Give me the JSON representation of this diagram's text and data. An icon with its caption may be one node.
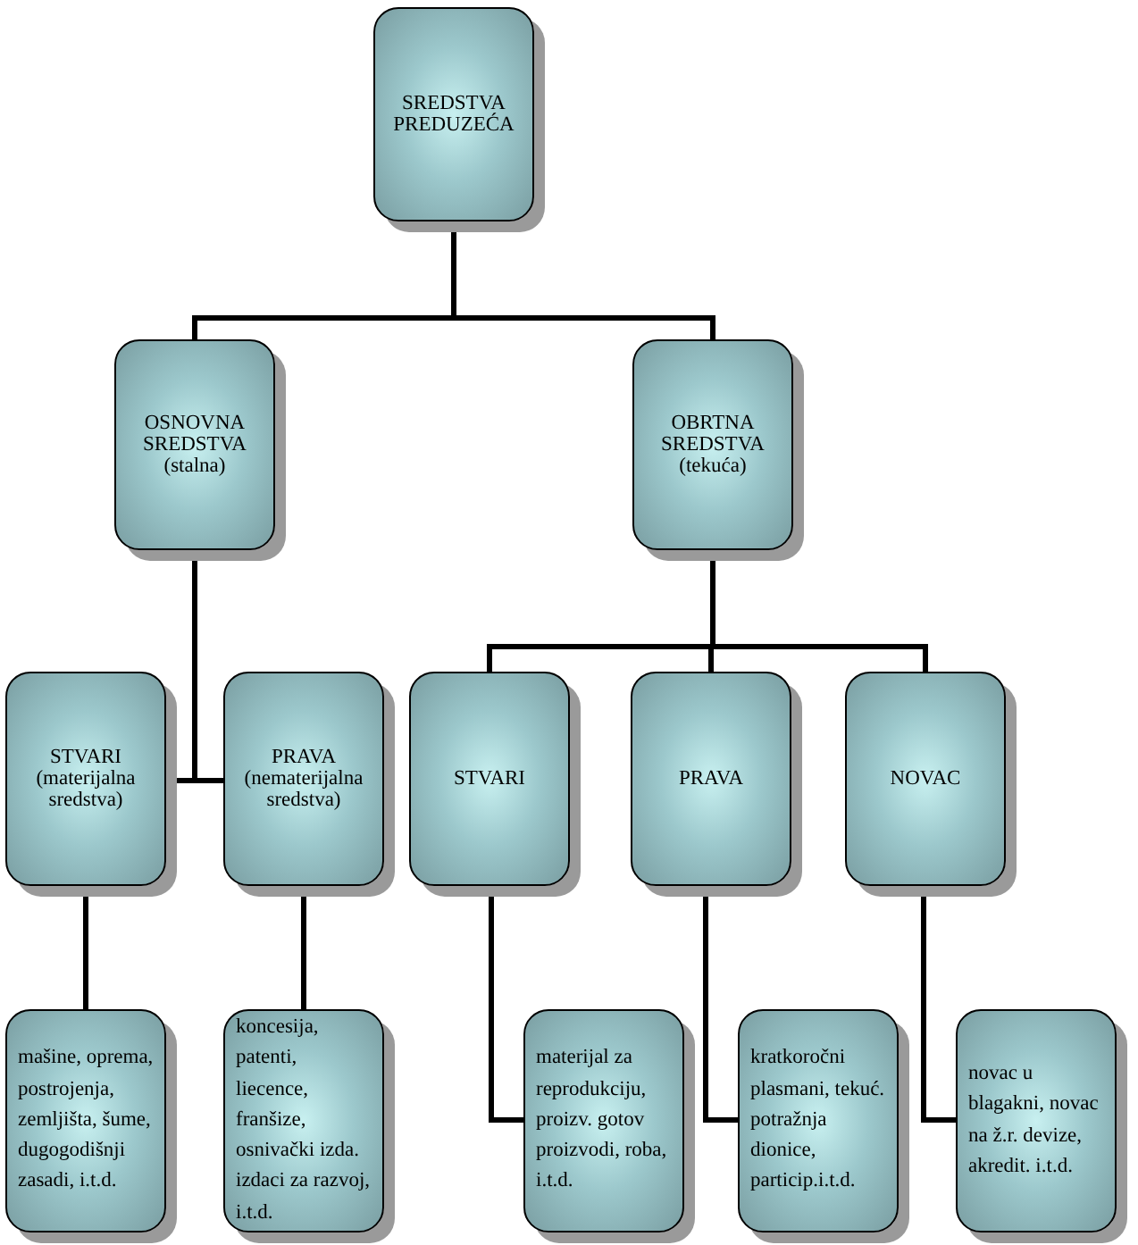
{
  "diagram": {
    "nodes": [
      {
        "text": [
          "SREDSTVA PREDUZEĆA"
        ]
      },
      {
        "text": [
          "OSNOVNA SREDSTVA",
          "(stalna)"
        ]
      },
      {
        "text": [
          "OBRTNA SREDSTVA",
          "(tekuća)"
        ]
      },
      {
        "text": [
          "STVARI",
          "(materijalna sredstva)"
        ]
      },
      {
        "text": [
          "PRAVA",
          "(nematerijalna sredstva)"
        ]
      },
      {
        "text": [
          "STVARI"
        ]
      },
      {
        "text": [
          "PRAVA"
        ]
      },
      {
        "text": [
          "NOVAC"
        ]
      },
      {
        "text": [
          "mašine, oprema, postrojenja, zemljišta, šume, dugogodišnji zasadi, i.t.d."
        ]
      },
      {
        "text": [
          "koncesija, patenti, liecence, franšize, osnivački izda. izdaci za razvoj, i.t.d."
        ]
      },
      {
        "text": [
          "materijal za reprodukciju, proizv. gotov proizvodi, roba, i.t.d."
        ]
      },
      {
        "text": [
          "kratkoročni plasmani, tekuć. potražnja dionice, particip.i.t.d."
        ]
      },
      {
        "text": [
          "novac u blagakni, novac na ž.r. devize, akredit. i.t.d."
        ]
      }
    ],
    "edges": [
      {
        "from": 0,
        "to": 1,
        "arrow": "none"
      },
      {
        "from": 0,
        "to": 2,
        "arrow": "none"
      },
      {
        "from": 1,
        "to": 3,
        "arrow": "none"
      },
      {
        "from": 1,
        "to": 4,
        "arrow": "none"
      },
      {
        "from": 2,
        "to": 5,
        "arrow": "none"
      },
      {
        "from": 2,
        "to": 6,
        "arrow": "none"
      },
      {
        "from": 2,
        "to": 7,
        "arrow": "none"
      },
      {
        "from": 3,
        "to": 8,
        "arrow": "none"
      },
      {
        "from": 4,
        "to": 9,
        "arrow": "none"
      },
      {
        "from": 5,
        "to": 10,
        "arrow": "none"
      },
      {
        "from": 6,
        "to": 11,
        "arrow": "none"
      },
      {
        "from": 7,
        "to": 12,
        "arrow": "none"
      }
    ]
  }
}
